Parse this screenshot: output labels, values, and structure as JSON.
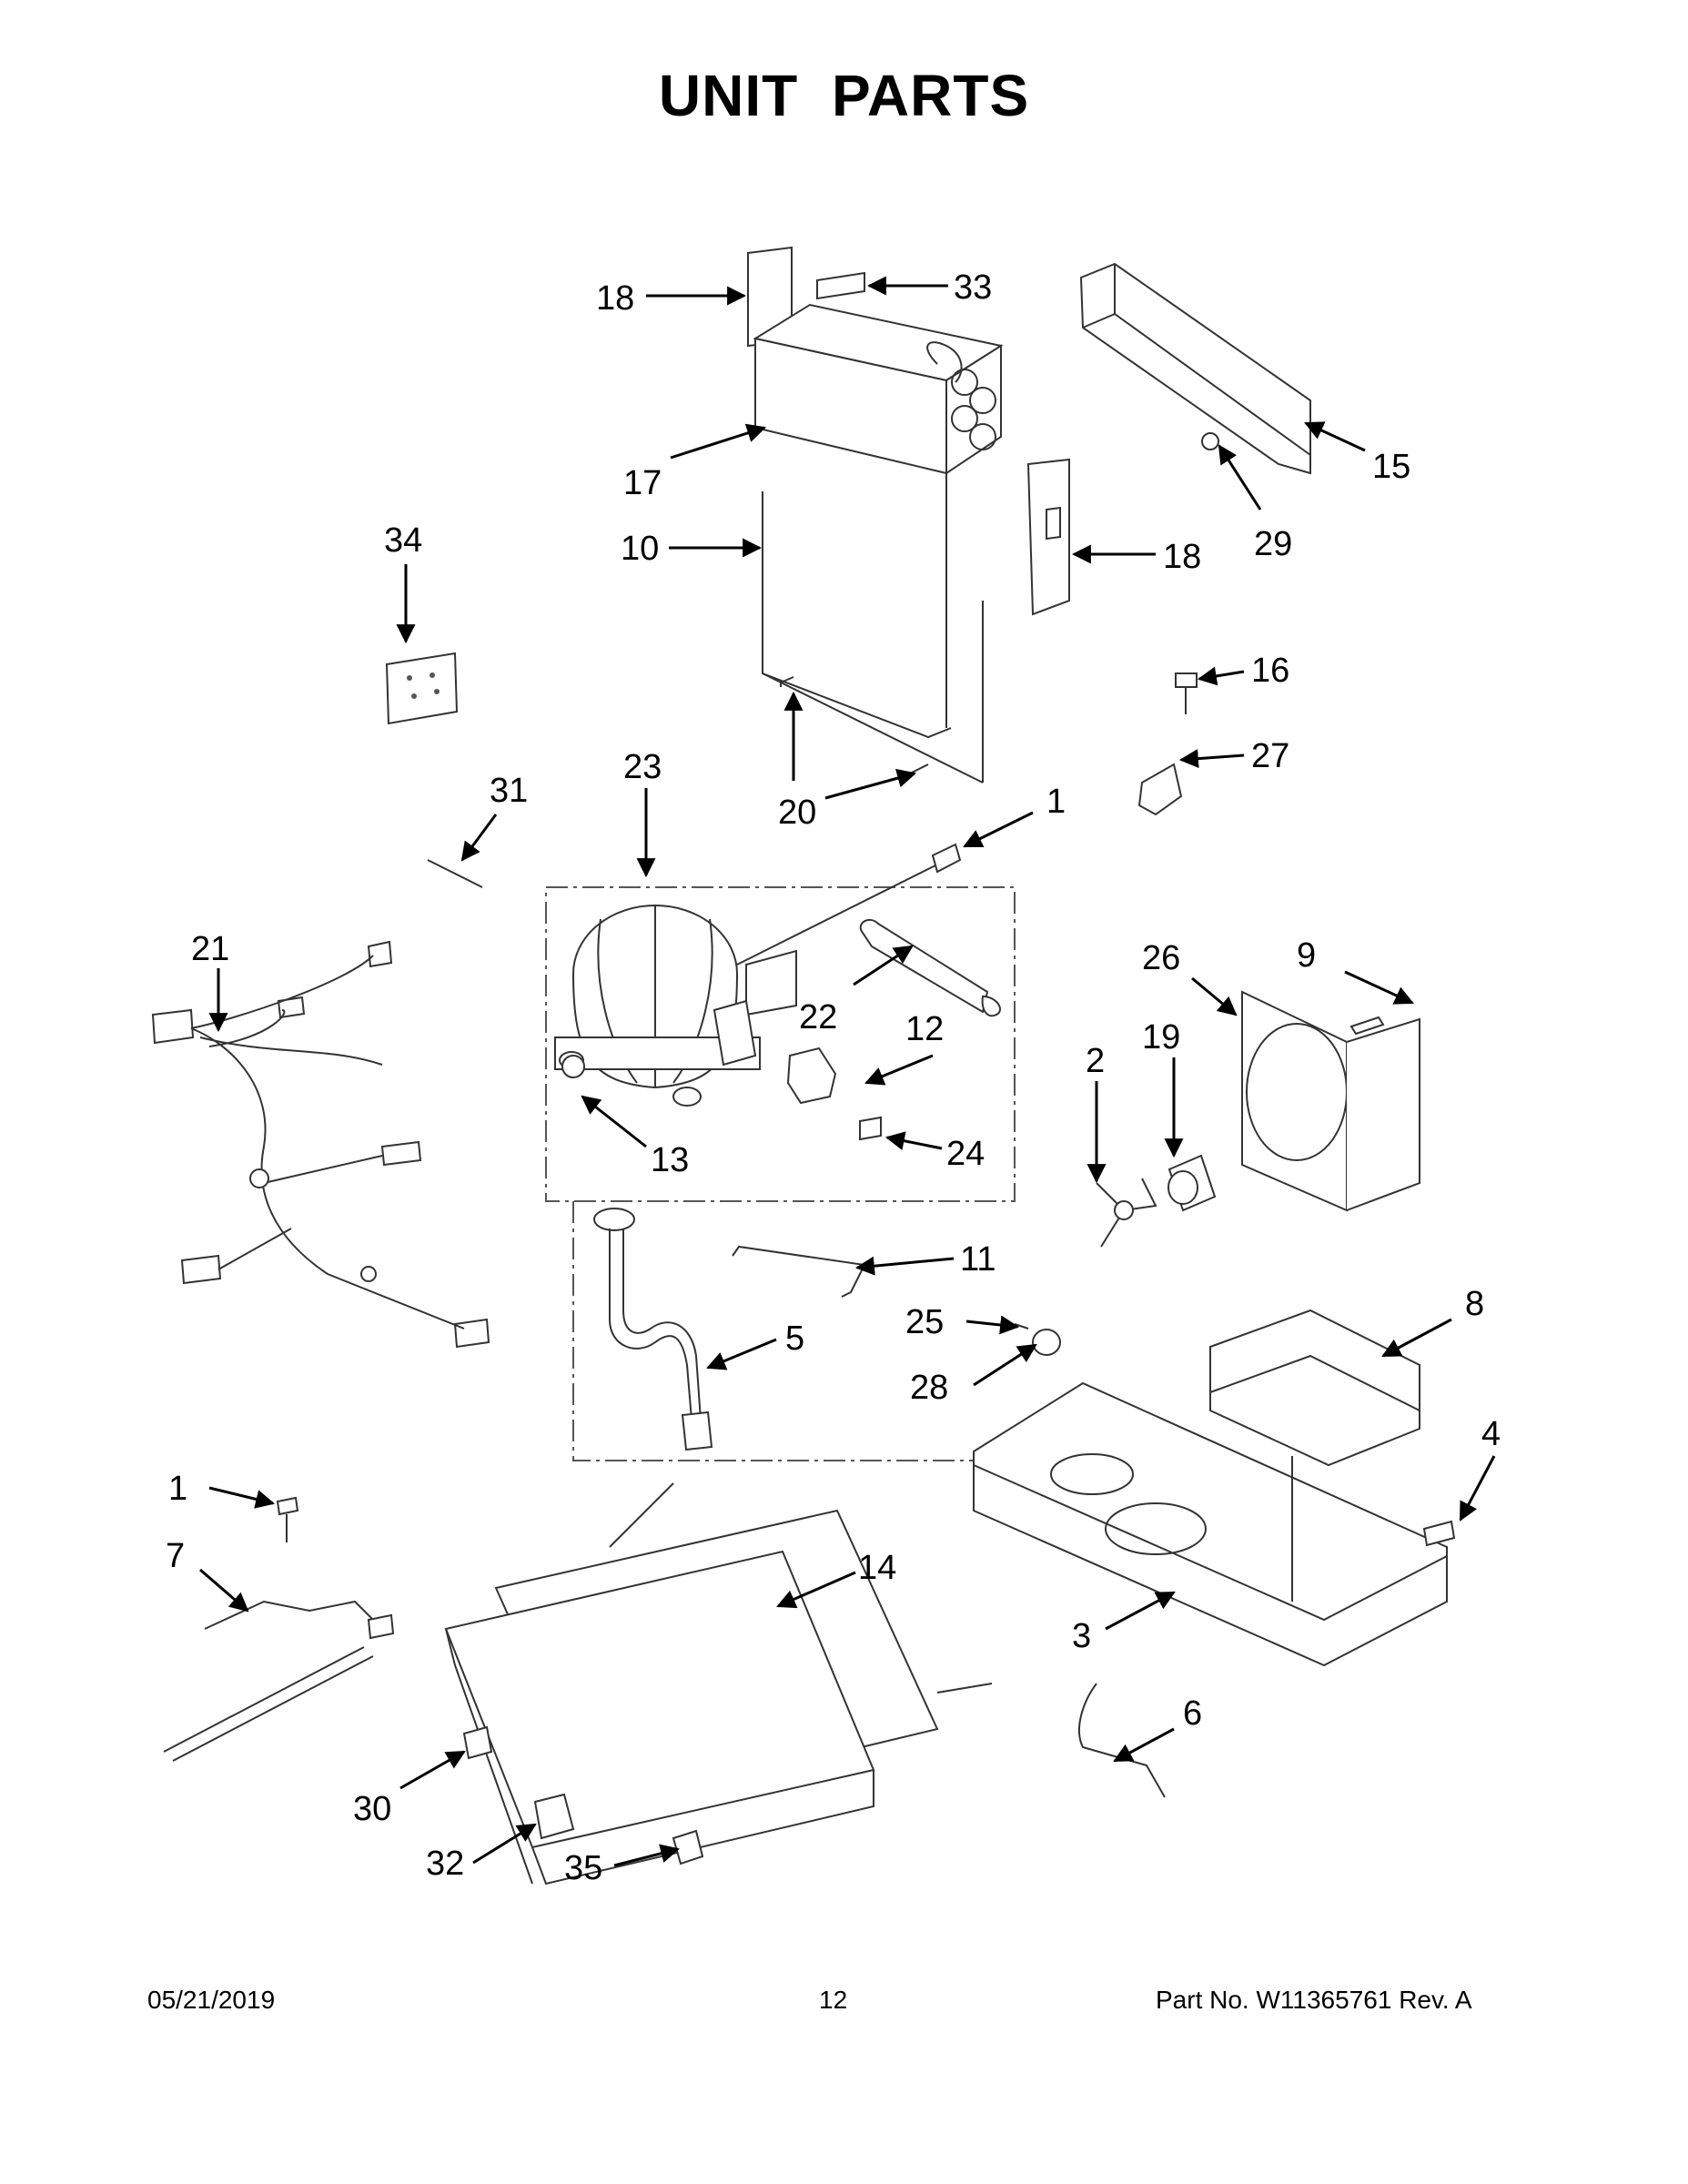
{
  "title": "UNIT PARTS",
  "callouts": [
    "18",
    "33",
    "17",
    "15",
    "29",
    "10",
    "18",
    "34",
    "16",
    "27",
    "20",
    "1",
    "23",
    "31",
    "21",
    "26",
    "9",
    "22",
    "12",
    "19",
    "2",
    "13",
    "24",
    "11",
    "25",
    "5",
    "8",
    "28",
    "4",
    "1",
    "7",
    "14",
    "3",
    "6",
    "30",
    "32",
    "35"
  ],
  "footer": {
    "date": "05/21/2019",
    "page": "12",
    "part_no": "Part No.  W11365761  Rev.  A"
  }
}
